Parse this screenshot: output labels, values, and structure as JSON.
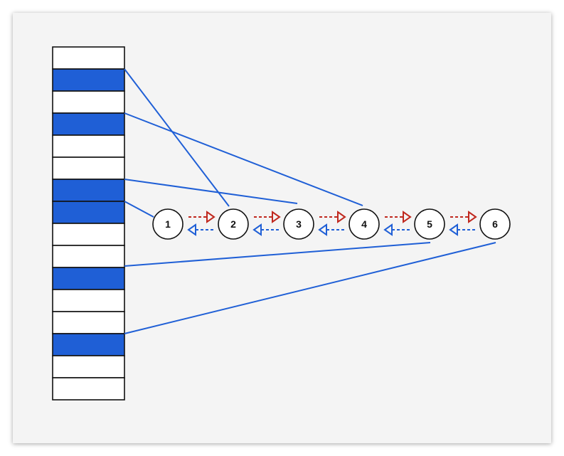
{
  "diagram": {
    "slot_count": 16,
    "filled_slots": [
      1,
      3,
      6,
      7,
      10,
      13
    ],
    "nodes": [
      {
        "label": "1",
        "slot": 7
      },
      {
        "label": "2",
        "slot": 1
      },
      {
        "label": "3",
        "slot": 6
      },
      {
        "label": "4",
        "slot": 3
      },
      {
        "label": "5",
        "slot": 10
      },
      {
        "label": "6",
        "slot": 13
      }
    ],
    "colors": {
      "filled": "#1f5fd6",
      "empty": "#ffffff",
      "border": "#111111",
      "pointer_line": "#1f5fd6",
      "next_arrow": "#c0281e",
      "prev_arrow": "#1f5fd6"
    }
  }
}
